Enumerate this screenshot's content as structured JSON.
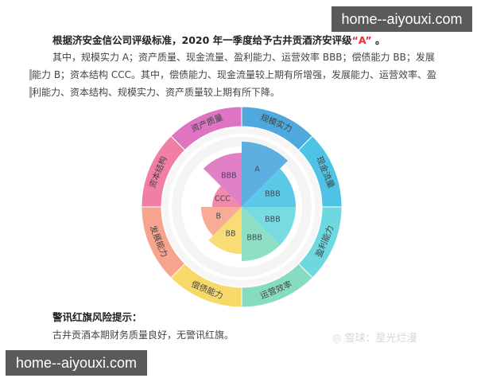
{
  "watermarks": {
    "top": "home--aiyouxi.com",
    "bottom": "home--aiyouxi.com",
    "corner_logo": "雪球：星光烂漫"
  },
  "headline": {
    "prefix": "根据济安金信公司评级标准，2020 年一季度给予古井贡酒济安评级",
    "grade": "“A”",
    "suffix": " 。"
  },
  "paragraph": {
    "lines": [
      "其中，规模实力 A；资产质量、现金流量、盈利能力、运营效率 BBB；偿债能力 BB；发展",
      "能力 B；资本结构 CCC。其中，偿债能力、现金流量较上期有所增强，发展能力、运营效率、盈",
      "利能力、资本结构、规模实力、资产质量较上期有所下降。"
    ]
  },
  "risk": {
    "title": "警讯红旗风险提示：",
    "text": "古井贡酒本期财务质量良好，无警讯红旗。"
  },
  "chart_data": {
    "type": "nightingale-rose",
    "title": "",
    "center": [
      304,
      260
    ],
    "outer_ring": {
      "r_inner": 101,
      "r_outer": 126
    },
    "start_angle_deg": -90,
    "direction": "clockwise",
    "categories": [
      "规模实力",
      "现金流量",
      "盈利能力",
      "运营效率",
      "偿债能力",
      "发展能力",
      "资本结构",
      "资产质量"
    ],
    "ratings": [
      "A",
      "BBB",
      "BBB",
      "BBB",
      "BB",
      "B",
      "CCC",
      "BBB"
    ],
    "values": [
      82,
      68,
      68,
      68,
      59,
      51,
      37,
      68
    ],
    "rating_scale": {
      "A": 82,
      "BBB": 68,
      "BB": 59,
      "B": 51,
      "CCC": 37
    },
    "colors": [
      "#4fa8de",
      "#4ec3e6",
      "#6ed8e0",
      "#86dcc0",
      "#f7d96a",
      "#f7a48e",
      "#f17fa4",
      "#de74c2"
    ],
    "trend_vs_previous": {
      "增强": [
        "偿债能力",
        "现金流量"
      ],
      "下降": [
        "发展能力",
        "运营效率",
        "盈利能力",
        "资本结构",
        "规模实力",
        "资产质量"
      ]
    },
    "legend": "none",
    "grid": "concentric faint bands"
  }
}
